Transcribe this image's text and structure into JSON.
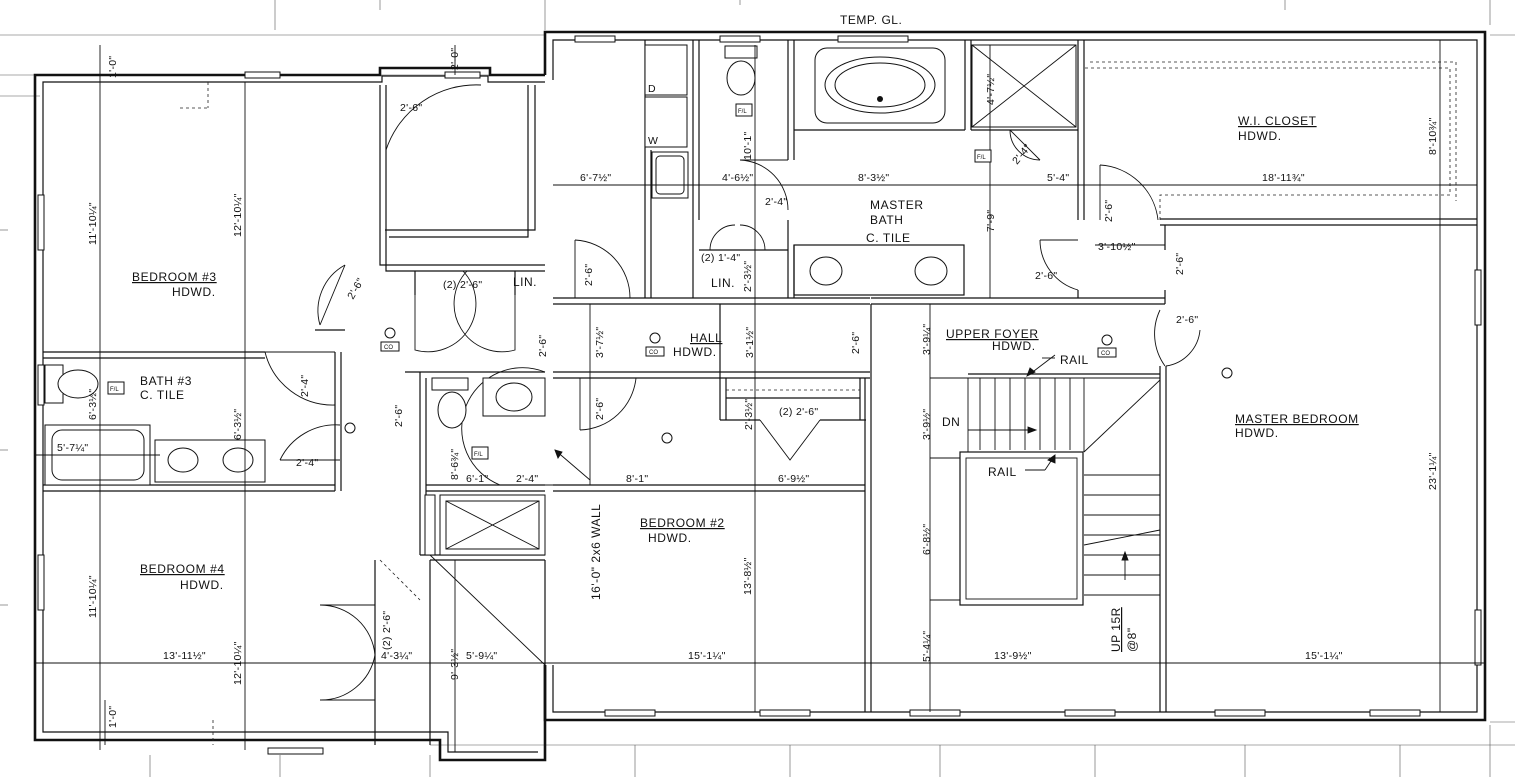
{
  "title_note": "TEMP. GL.",
  "rooms": {
    "bedroom3": {
      "name": "BEDROOM #3",
      "floor": "HDWD."
    },
    "bath3": {
      "name": "BATH #3",
      "floor": "C. TILE"
    },
    "bedroom4": {
      "name": "BEDROOM #4",
      "floor": "HDWD."
    },
    "hall": {
      "name": "HALL",
      "floor": "HDWD."
    },
    "bedroom2": {
      "name": "BEDROOM #2",
      "floor": "HDWD."
    },
    "master_bath": {
      "name_line1": "MASTER",
      "name_line2": "BATH",
      "floor": "C. TILE"
    },
    "wi_closet": {
      "name": "W.I. CLOSET",
      "floor": "HDWD."
    },
    "upper_foyer": {
      "name": "UPPER FOYER",
      "floor": "HDWD."
    },
    "master_bedroom": {
      "name": "MASTER BEDROOM",
      "floor": "HDWD."
    }
  },
  "labels": {
    "lin_left": "LIN.",
    "lin_right": "LIN.",
    "rail_top": "RAIL",
    "rail_mid": "RAIL",
    "dn": "DN",
    "up": "UP 15R",
    "up_sub": "@8\"",
    "wall_note": "16'-0\" 2x6 WALL",
    "fl": "F/L",
    "co": "CO"
  },
  "dimensions": {
    "d_1_0_top": "1'-0\"",
    "d_2_0_top": "2'-0\"",
    "d_1_0_bot": "1'-0\"",
    "d_2_6_a": "2'-6\"",
    "d_11_10_a": "11'-10¼\"",
    "d_12_10_a": "12'-10¼\"",
    "d_6_7": "6'-7½\"",
    "d_4_6": "4'-6½\"",
    "d_8_3": "8'-3½\"",
    "d_5_4": "5'-4\"",
    "d_18_11": "18'-11¾\"",
    "d_10_1": "10'-1\"",
    "d_4_7": "4'-7½\"",
    "d_2_4_tub": "2'-4\"",
    "d_8_10": "8'-10¾\"",
    "d_2_4_mb": "2'-4\"",
    "d_7_9": "7'-9\"",
    "d_2_6_wic": "2'-6\"",
    "d_3_10": "3'-10½\"",
    "d_2_6_b": "2'-6\"",
    "d_2_6_c": "2'-6\"",
    "d_2_6_d": "2'-6\"",
    "d_2_6_e": "2'-6\"",
    "d_2_6_f": "2'-6\"",
    "d_2_1_4": "(2) 1'-4\"",
    "d_2_3_a": "2'-3½\"",
    "d_2_2_6_lin": "(2) 2'-6\"",
    "d_2_6_g": "2'-6\"",
    "d_3_7": "3'-7½\"",
    "d_3_1": "3'-1½\"",
    "d_2_6_h": "2'-6\"",
    "d_3_9": "3'-9¼\"",
    "d_2_6_i": "2'-6\"",
    "d_2_6_j": "2'-6\"",
    "d_2_4_b3": "2'-4\"",
    "d_6_3_a": "6'-3½\"",
    "d_6_3_b": "6'-3½\"",
    "d_5_7": "5'-7¼\"",
    "d_2_4_c": "2'-4\"",
    "d_2_6_k": "2'-6\"",
    "d_8_6": "8'-6¾\"",
    "d_6_1": "6'-1\"",
    "d_2_4_d": "2'-4\"",
    "d_8_1": "8'-1\"",
    "d_2_3_b": "2'-3½\"",
    "d_2_2_6_b2": "(2) 2'-6\"",
    "d_6_9": "6'-9½\"",
    "d_3_9_b": "3'-9½\"",
    "d_6_8": "6'-8½\"",
    "d_23_1": "23'-1¼\"",
    "d_11_10_b": "11'-10¼\"",
    "d_12_10_b": "12'-10¼\"",
    "d_2_2_6_b4": "(2) 2'-6\"",
    "d_13_11": "13'-11½\"",
    "d_4_3": "4'-3¼\"",
    "d_9_3": "9'-3½\"",
    "d_5_9": "5'-9¼\"",
    "d_15_1_a": "15'-1¼\"",
    "d_13_8": "13'-8½\"",
    "d_5_4_b": "5'-4¼\"",
    "d_13_9": "13'-9½\"",
    "d_15_1_b": "15'-1¼\""
  }
}
